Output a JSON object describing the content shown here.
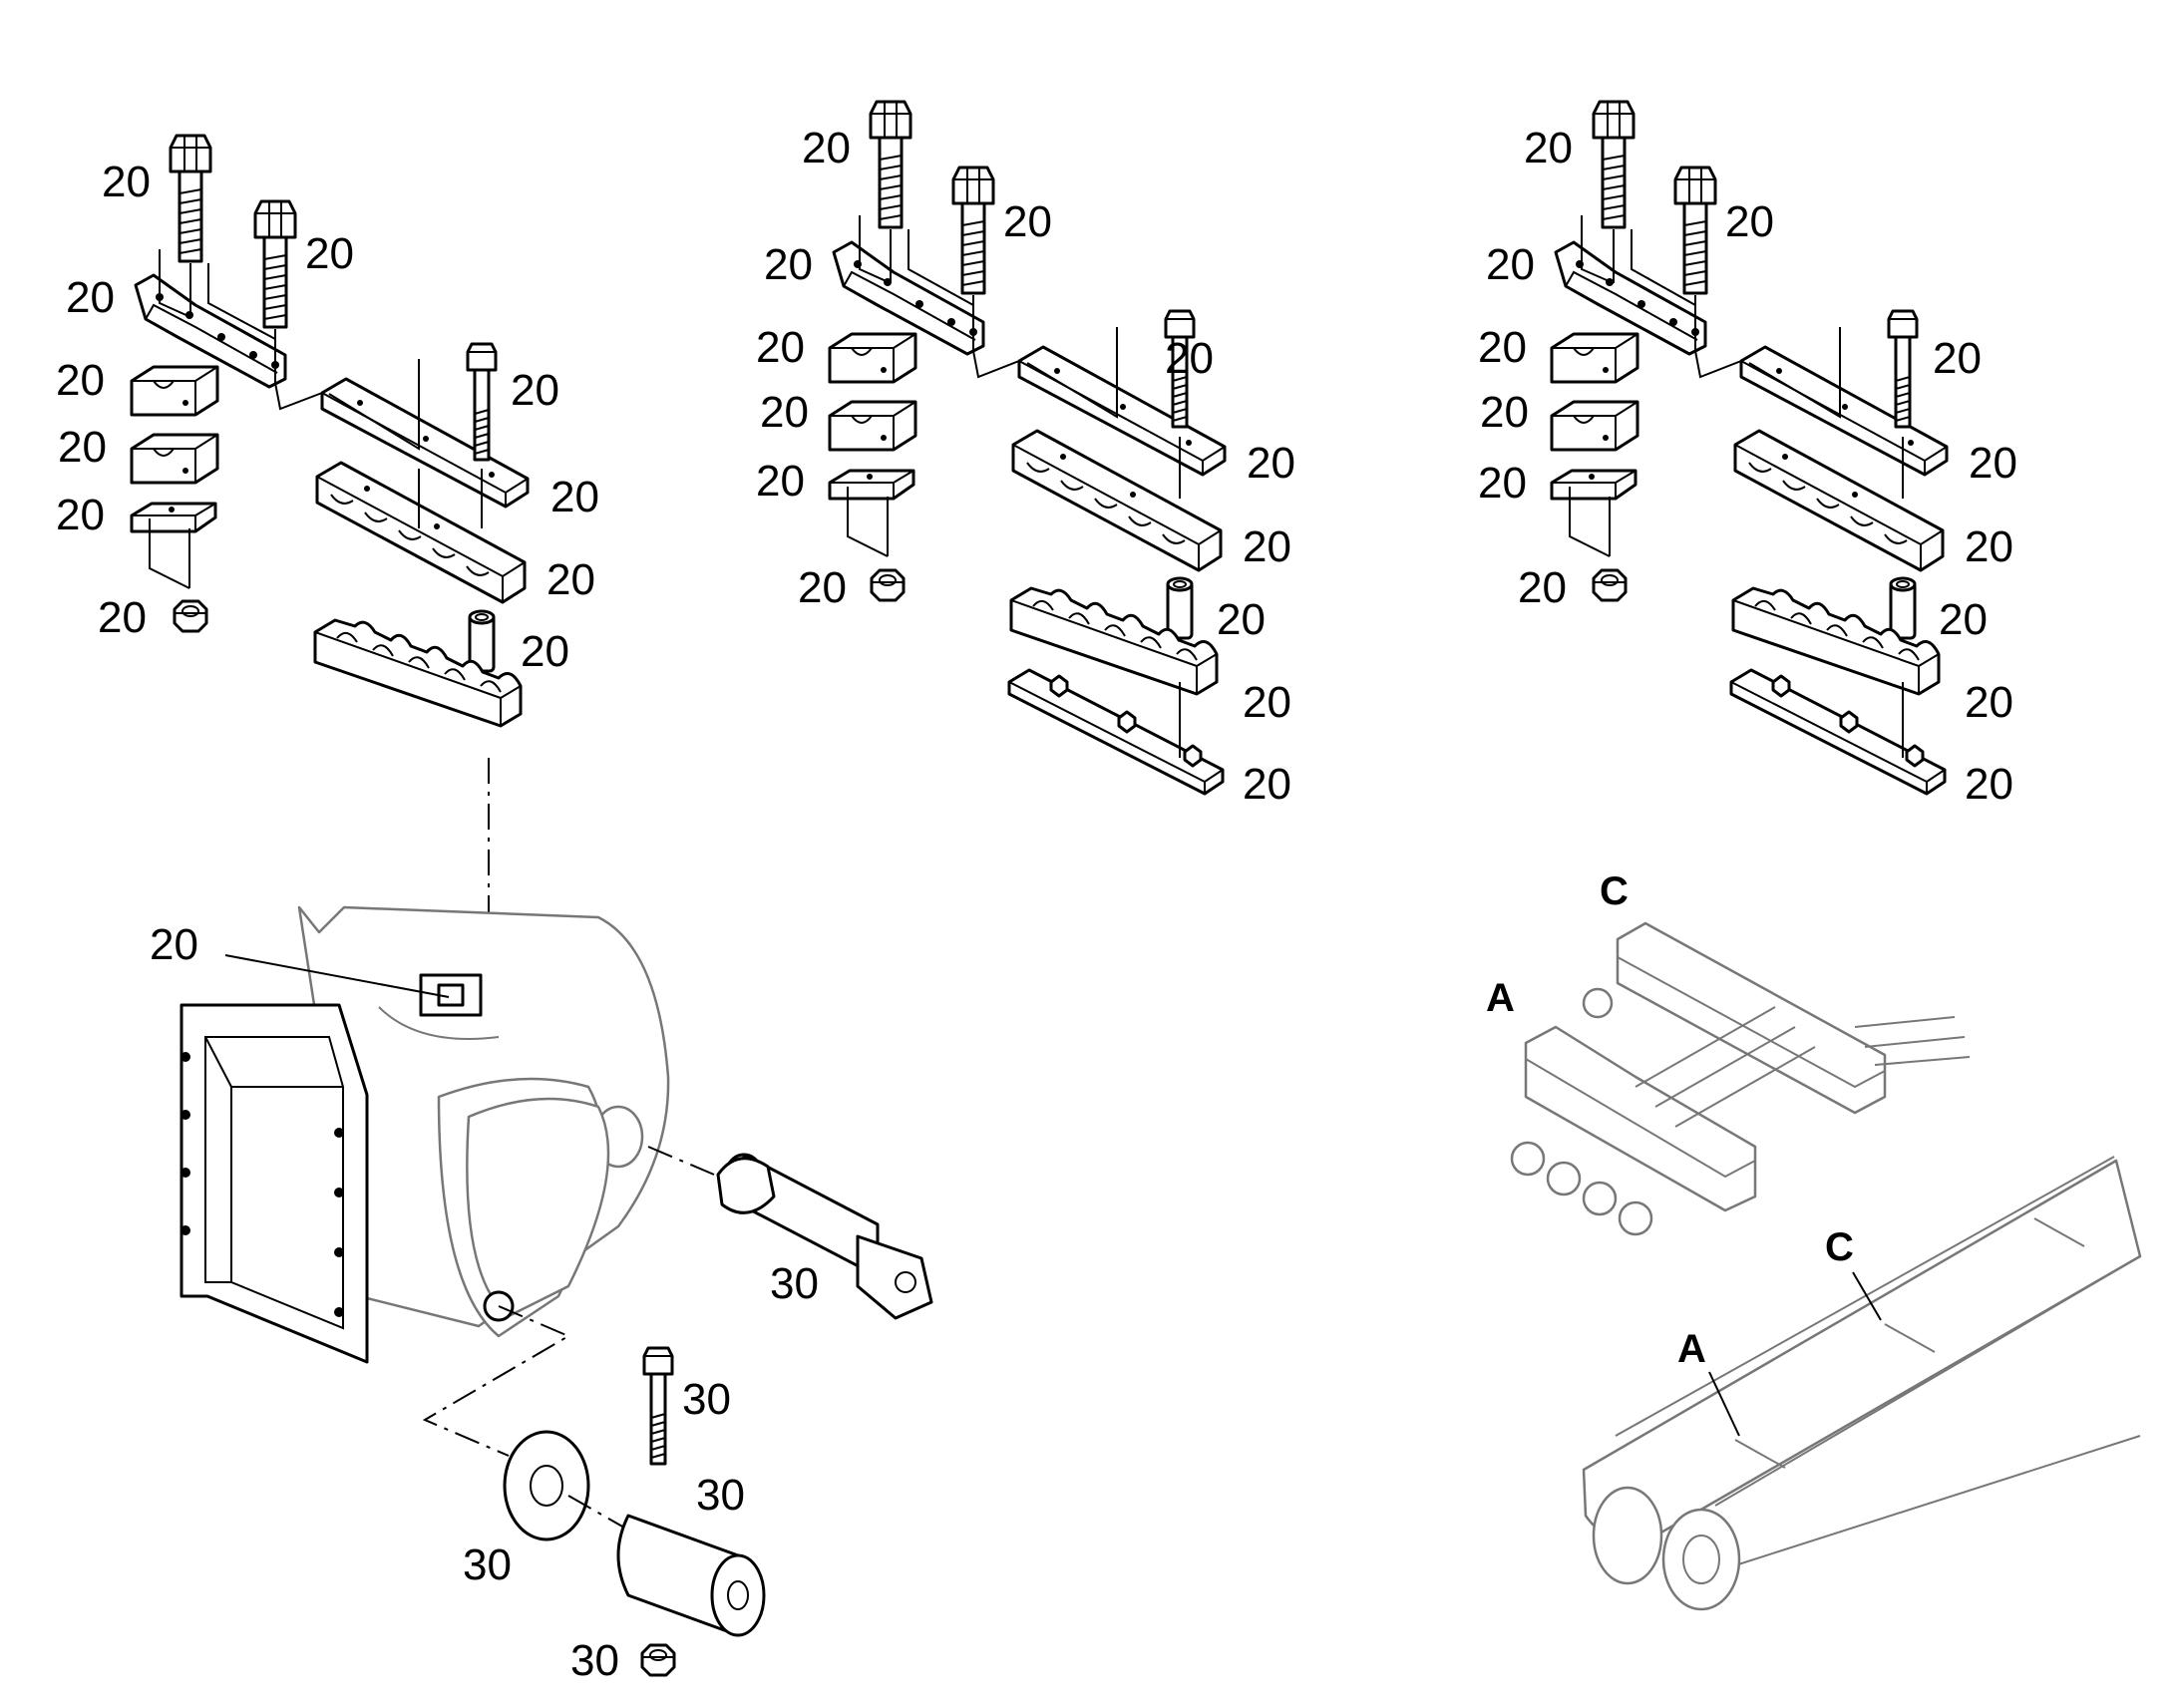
{
  "diagram": {
    "callouts": {
      "assy1": [
        "20",
        "20",
        "20",
        "20",
        "20",
        "20",
        "20",
        "20",
        "20",
        "20",
        "20"
      ],
      "assy2": [
        "20",
        "20",
        "20",
        "20",
        "20",
        "20",
        "20",
        "20",
        "20",
        "20",
        "20",
        "20"
      ],
      "assy3": [
        "20",
        "20",
        "20",
        "20",
        "20",
        "20",
        "20",
        "20",
        "20",
        "20",
        "20",
        "20"
      ],
      "mount": [
        "20",
        "30",
        "30",
        "30",
        "30",
        "30"
      ]
    },
    "location_letters": [
      "C",
      "A",
      "C",
      "A"
    ]
  }
}
